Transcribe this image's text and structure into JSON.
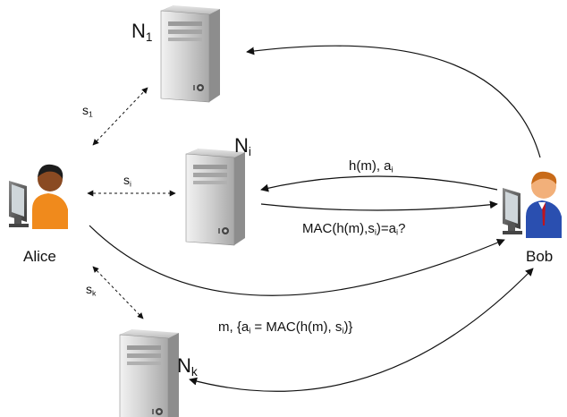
{
  "people": {
    "alice": "Alice",
    "bob": "Bob"
  },
  "nodes": {
    "n1": {
      "base": "N",
      "sub": "1"
    },
    "ni": {
      "base": "N",
      "sub": "i"
    },
    "nk": {
      "base": "N",
      "sub": "k"
    }
  },
  "secrets": {
    "s1": {
      "base": "s",
      "sub": "1"
    },
    "si": {
      "base": "s",
      "sub": "i"
    },
    "sk": {
      "base": "s",
      "sub": "k"
    }
  },
  "messages": {
    "bob_to_ni": {
      "pre": "h(m), a",
      "sub": "i"
    },
    "ni_to_bob": {
      "pre": "MAC(h(m),s",
      "sub1": "i",
      "mid": ")=a",
      "sub2": "i",
      "post": "?"
    },
    "alice_to_bob": {
      "pre": "m, {a",
      "sub1": "i",
      "mid": " = MAC(h(m), s",
      "sub2": "i",
      "post": ")}"
    }
  },
  "colors": {
    "arrow": "#111111",
    "server_body": "#9a9a9a",
    "server_front": "#d6d6d6",
    "person_shirt_alice": "#f08a1c",
    "person_shirt_bob": "#2a4fb0",
    "skin_alice": "#8a4a22",
    "skin_bob": "#f2b07a"
  }
}
